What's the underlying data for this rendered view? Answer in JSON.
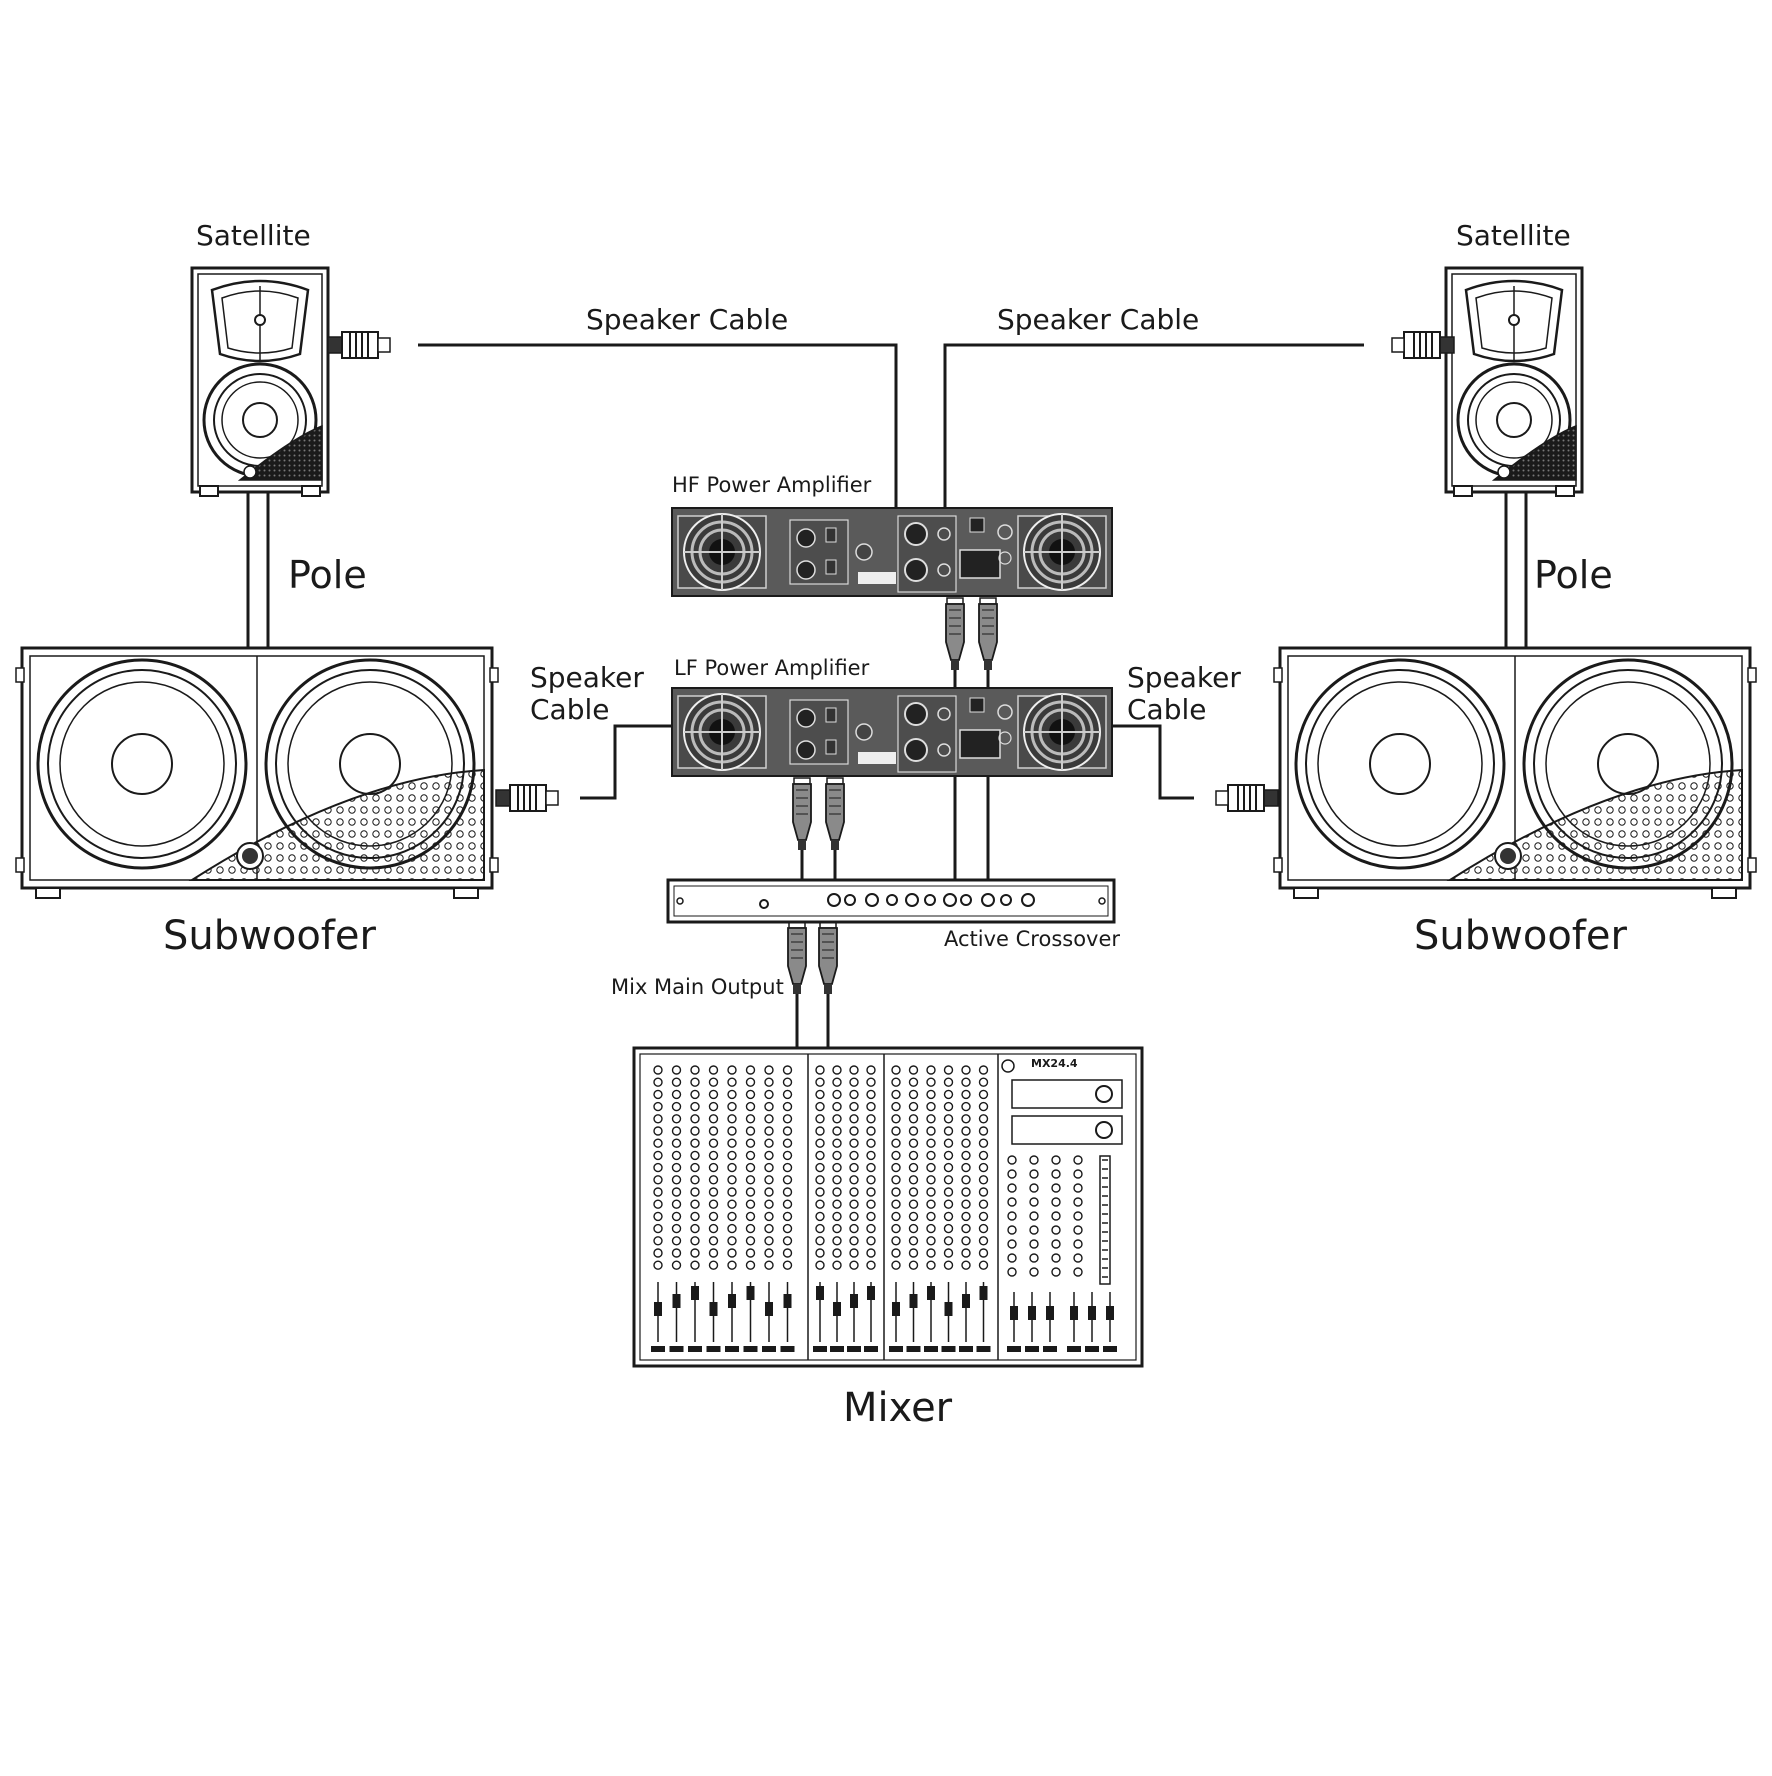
{
  "labels": {
    "satellite_left": "Satellite",
    "satellite_right": "Satellite",
    "speaker_cable_top_left": "Speaker Cable",
    "speaker_cable_top_right": "Speaker Cable",
    "hf_amp": "HF Power Amplifier",
    "lf_amp": "LF Power Amplifier",
    "pole_left": "Pole",
    "pole_right": "Pole",
    "speaker_cable_mid_left_1": "Speaker",
    "speaker_cable_mid_left_2": "Cable",
    "speaker_cable_mid_right_1": "Speaker",
    "speaker_cable_mid_right_2": "Cable",
    "subwoofer_left": "Subwoofer",
    "subwoofer_right": "Subwoofer",
    "active_crossover": "Active Crossover",
    "mix_main_output": "Mix Main Output",
    "mixer": "Mixer",
    "mixer_model": "MX24.4"
  },
  "colors": {
    "line": "#1a1a1a",
    "amp_body": "#5a5a5a",
    "amp_dark": "#2a2a2a",
    "background": "#ffffff"
  },
  "icons": [
    "speakon-connector-icon",
    "xlr-connector-icon",
    "fan-icon",
    "woofer-icon"
  ]
}
